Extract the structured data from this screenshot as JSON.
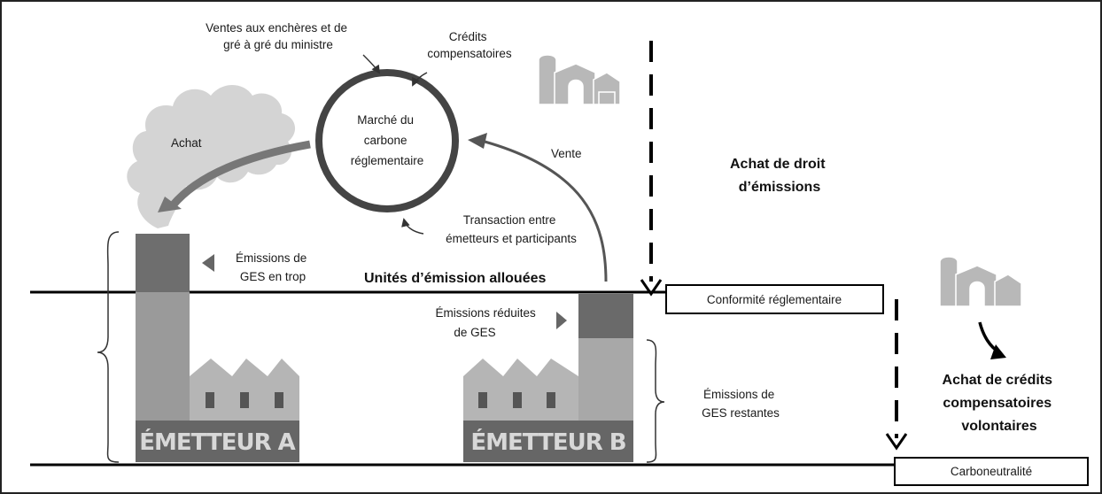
{
  "auctions": [
    "Ventes aux enchères et de",
    "gré à gré du ministre"
  ],
  "offset_credits": [
    "Crédits",
    "compensatoires"
  ],
  "market": [
    "Marché du",
    "carbone",
    "réglementaire"
  ],
  "purchase": "Achat",
  "sale": "Vente",
  "transaction": [
    "Transaction entre",
    "émetteurs et participants"
  ],
  "excess": [
    "Émissions de",
    "GES en trop"
  ],
  "allocated": "Unités d’émission allouées",
  "reduced": [
    "Émissions réduites",
    "de GES"
  ],
  "remaining": [
    "Émissions de",
    "GES restantes"
  ],
  "rights": [
    "Achat de droit",
    "d’émissions"
  ],
  "voluntary": [
    "Achat de crédits",
    "compensatoires",
    "volontaires"
  ],
  "compliance": "Conformité réglementaire",
  "neutrality": "Carboneutralité",
  "emitter_a": "ÉMETTEUR A",
  "emitter_b": "ÉMETTEUR B"
}
